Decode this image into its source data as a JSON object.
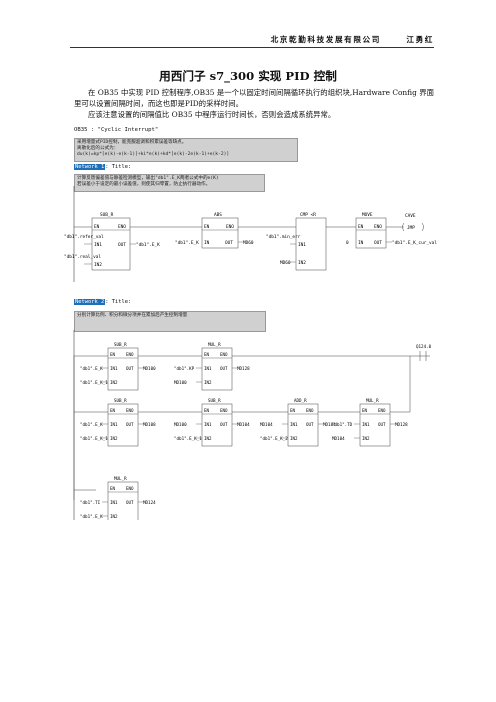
{
  "header": {
    "company": "北京乾勤科技发展有限公司",
    "author": "江勇红"
  },
  "title": "用西门子 s7_300 实现 PID 控制",
  "paragraphs": [
    "在 OB35 中实现 PID 控制程序,OB35 是一个以固定时间间隔循环执行的组织块,Hardware Config 界面里可以设置间隔时间，而这也即是PID的采样时间。",
    "应该注意设置的间隔值比 OB35 中程序运行时间长，否则会造成系统异常。"
  ],
  "ob_title": "OB35 : \"Cyclic Interrupt\"",
  "comment_box": [
    "采用增量式PID控制，能克服超调和积累误差等缺点。",
    "离散化后的公式为：",
    "du(k)=kp*[e(k)-e(k-1)]+ki*e(k)+kd*[e(k)-2e(k-1)+e(k-2)]"
  ],
  "network1": {
    "label": "Network 1",
    "title": ": Title:",
    "comment": [
      "计算反馈偏差值与静差检测模型，输出\"db1\".E_K两者公式中的e(K)",
      "若误差小于设定的最小误差值，则使其归零置，防止执行器动作。"
    ],
    "blocks": [
      {
        "name": "SUB_R",
        "en": "EN",
        "eno": "ENO",
        "in1_label": "IN1",
        "in2_label": "IN2",
        "out_label": "OUT",
        "in1": "\"db1\".refer_val",
        "in2": "\"db1\".real_val",
        "out": "\"db1\".E_K"
      },
      {
        "name": "ABS",
        "en": "EN",
        "eno": "ENO",
        "in_label": "IN",
        "out_label": "OUT",
        "in": "\"db1\".E_K",
        "out": "MD60"
      },
      {
        "name": "CMP <R",
        "in1_label": "IN1",
        "in2_label": "IN2",
        "in1": "\"db1\".min_err",
        "in2": "MD60"
      },
      {
        "name": "MOVE",
        "en": "EN",
        "eno": "ENO",
        "in_label": "IN",
        "out_label": "OUT",
        "in": "0",
        "out": "\"db1\".E_K_cur_val"
      }
    ],
    "coil": {
      "name": "CAVE",
      "operand": "JMP"
    }
  },
  "network2": {
    "label": "Network 2",
    "title": ": Title:",
    "comment": "分别计算比例、积分和微分项并在累加后产生控制增量",
    "coil_addr": "Q124.0",
    "row1": [
      {
        "name": "SUB_R",
        "in1": "\"db1\".E_K",
        "in2": "\"db1\".E_K_1",
        "out": "MD100"
      },
      {
        "name": "MUL_R",
        "in1": "\"db1\".KP",
        "in2": "MD100",
        "out": "MD128"
      }
    ],
    "row2": [
      {
        "name": "SUB_R",
        "in1": "\"db1\".E_K",
        "in2": "\"db1\".E_K_1",
        "out": "MD108"
      },
      {
        "name": "SUB_R",
        "in1": "MD100",
        "in2": "\"db1\".E_K_1",
        "out": "MD104"
      },
      {
        "name": "ADD_R",
        "in1": "MD104",
        "in2": "\"db1\".E_K_2",
        "out": "MD104"
      },
      {
        "name": "MUL_R",
        "in1": "\"db1\".TD",
        "in2": "MD104",
        "out": "MD128"
      }
    ],
    "row3": [
      {
        "name": "MUL_R",
        "in1": "\"db1\".TI",
        "in2": "\"db1\".E_K",
        "out": "MD124"
      }
    ],
    "pins": {
      "en": "EN",
      "eno": "ENO",
      "in1": "IN1",
      "in2": "IN2",
      "out": "OUT"
    }
  }
}
